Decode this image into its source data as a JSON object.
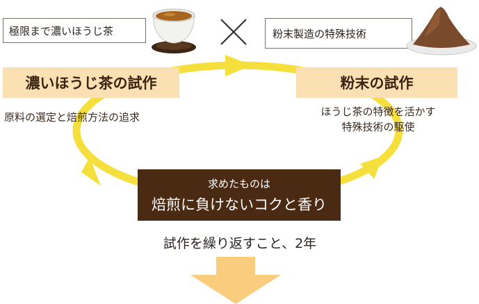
{
  "top_left_label": "極限まで濃いほうじ茶",
  "top_right_label": "粉末製造の特殊技術",
  "times_icon": "cross-icon",
  "left_step": {
    "title": "濃いほうじ茶の試作",
    "description": "原料の選定と焙煎方法の追求"
  },
  "right_step": {
    "title": "粉末の試作",
    "description_line1": "ほうじ茶の特徴を活かす",
    "description_line2": "特殊技術の駆使"
  },
  "goal": {
    "line1": "求めたものは",
    "line2": "焙煎に負けないコクと香り"
  },
  "result": "試作を繰り返すこと、2年",
  "colors": {
    "cycle": "#f5df3c",
    "pill": "#fbe0b4",
    "goal_box": "#4a2a12",
    "down_arrow": "#f9cc7e"
  }
}
